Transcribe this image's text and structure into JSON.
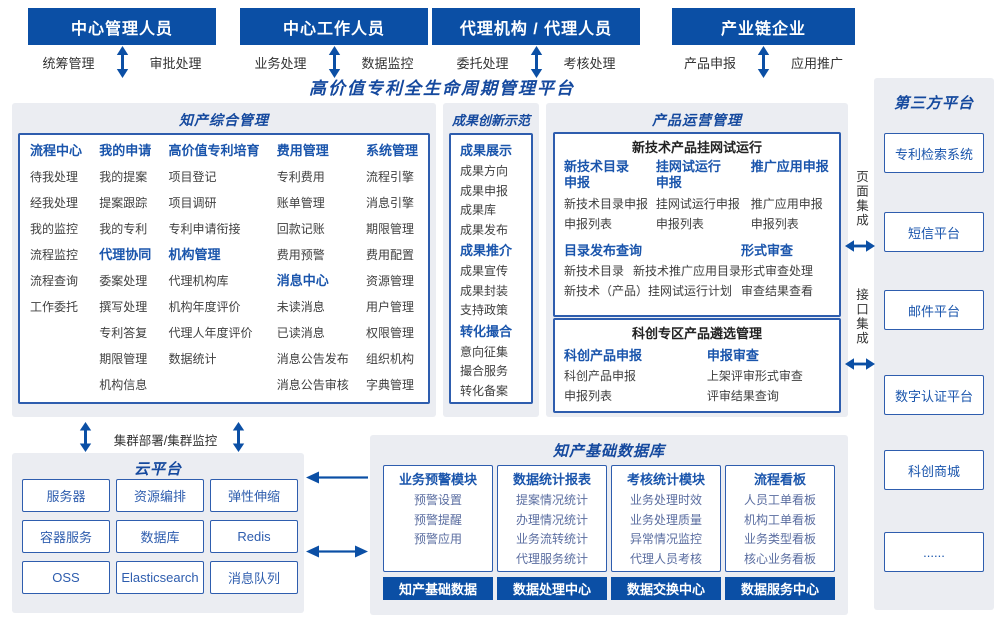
{
  "colors": {
    "primary": "#0b4fa5",
    "accent": "#1a55ac",
    "panel_bg": "#ebedf2"
  },
  "platform_title": "高价值专利全生命周期管理平台",
  "top_users": [
    {
      "title": "中心管理人员",
      "left": "统筹管理",
      "right": "审批处理"
    },
    {
      "title": "中心工作人员",
      "left": "业务处理",
      "right": "数据监控"
    },
    {
      "title": "代理机构 / 代理人员",
      "left": "委托处理",
      "right": "考核处理"
    },
    {
      "title": "产业链企业",
      "left": "产品申报",
      "right": "应用推广"
    }
  ],
  "ip": {
    "title": "知产综合管理",
    "columns": [
      {
        "groups": [
          {
            "h": "流程中心",
            "items": [
              "待我处理",
              "经我处理",
              "我的监控",
              "流程监控",
              "流程查询",
              "工作委托"
            ]
          }
        ]
      },
      {
        "groups": [
          {
            "h": "我的申请",
            "items": [
              "我的提案",
              "提案跟踪",
              "我的专利"
            ]
          },
          {
            "h": "代理协同",
            "items": [
              "委案处理",
              "撰写处理",
              "专利答复",
              "期限管理",
              "机构信息"
            ]
          }
        ]
      },
      {
        "groups": [
          {
            "h": "高价值专利培育",
            "items": [
              "项目登记",
              "项目调研",
              "专利申请衔接"
            ]
          },
          {
            "h": "机构管理",
            "items": [
              "代理机构库",
              "机构年度评价",
              "代理人年度评价",
              "数据统计"
            ]
          }
        ]
      },
      {
        "groups": [
          {
            "h": "费用管理",
            "items": [
              "专利费用",
              "账单管理",
              "回款记账",
              "费用预警"
            ]
          },
          {
            "h": "消息中心",
            "items": [
              "未读消息",
              "已读消息",
              "消息公告发布",
              "消息公告审核"
            ]
          }
        ]
      },
      {
        "groups": [
          {
            "h": "系统管理",
            "items": [
              "流程引擎",
              "消息引擎",
              "期限管理",
              "费用配置",
              "资源管理",
              "用户管理",
              "权限管理",
              "组织机构",
              "字典管理"
            ]
          }
        ]
      }
    ]
  },
  "ach": {
    "title": "成果创新示范",
    "groups": [
      {
        "h": "成果展示",
        "items": [
          "成果方向",
          "成果申报",
          "成果库",
          "成果发布"
        ]
      },
      {
        "h": "成果推介",
        "items": [
          "成果宣传",
          "成果封装",
          "支持政策"
        ]
      },
      {
        "h": "转化撮合",
        "items": [
          "意向征集",
          "撮合服务",
          "转化备案"
        ]
      }
    ]
  },
  "prod": {
    "title": "产品运营管理",
    "box1": {
      "title": "新技术产品挂网试运行",
      "cols": [
        {
          "h": "新技术目录申报",
          "items": [
            "新技术目录申报",
            "申报列表"
          ]
        },
        {
          "h": "挂网试运行申报",
          "items": [
            "挂网试运行申报",
            "申报列表"
          ]
        },
        {
          "h": "推广应用申报",
          "items": [
            "推广应用申报",
            "申报列表"
          ]
        }
      ],
      "catalog": {
        "h": "目录发布查询",
        "items": [
          "新技术目录",
          "新技术推广应用目录",
          "新技术（产品）挂网试运行计划"
        ]
      },
      "review": {
        "h": "形式审查",
        "items": [
          "形式审查处理",
          "审查结果查看"
        ]
      }
    },
    "box2": {
      "title": "科创专区产品遴选管理",
      "cols": [
        {
          "h": "科创产品申报",
          "items": [
            "科创产品申报",
            "申报列表"
          ]
        },
        {
          "h": "申报审查",
          "items": [
            "上架评审形式审查",
            "评审结果查询"
          ]
        }
      ]
    }
  },
  "third_party": {
    "title": "第三方平台",
    "items": [
      "专利检索系统",
      "短信平台",
      "邮件平台",
      "数字认证平台",
      "科创商城",
      "......"
    ]
  },
  "cloud": {
    "title": "云平台",
    "items": [
      "服务器",
      "资源编排",
      "弹性伸缩",
      "容器服务",
      "数据库",
      "Redis",
      "OSS",
      "Elasticsearch",
      "消息队列"
    ]
  },
  "db": {
    "title": "知产基础数据库",
    "columns": [
      {
        "h": "业务预警模块",
        "items": [
          "预警设置",
          "预警提醒",
          "预警应用"
        ]
      },
      {
        "h": "数据统计报表",
        "items": [
          "提案情况统计",
          "办理情况统计",
          "业务流转统计",
          "代理服务统计"
        ]
      },
      {
        "h": "考核统计模块",
        "items": [
          "业务处理时效",
          "业务处理质量",
          "异常情况监控",
          "代理人员考核"
        ]
      },
      {
        "h": "流程看板",
        "items": [
          "人员工单看板",
          "机构工单看板",
          "业务类型看板",
          "核心业务看板"
        ]
      }
    ],
    "bars": [
      "知产基础数据",
      "数据处理中心",
      "数据交换中心",
      "数据服务中心"
    ]
  },
  "connectors": {
    "cluster": "集群部署/集群监控",
    "page": "页面集成",
    "api": "接口集成"
  }
}
